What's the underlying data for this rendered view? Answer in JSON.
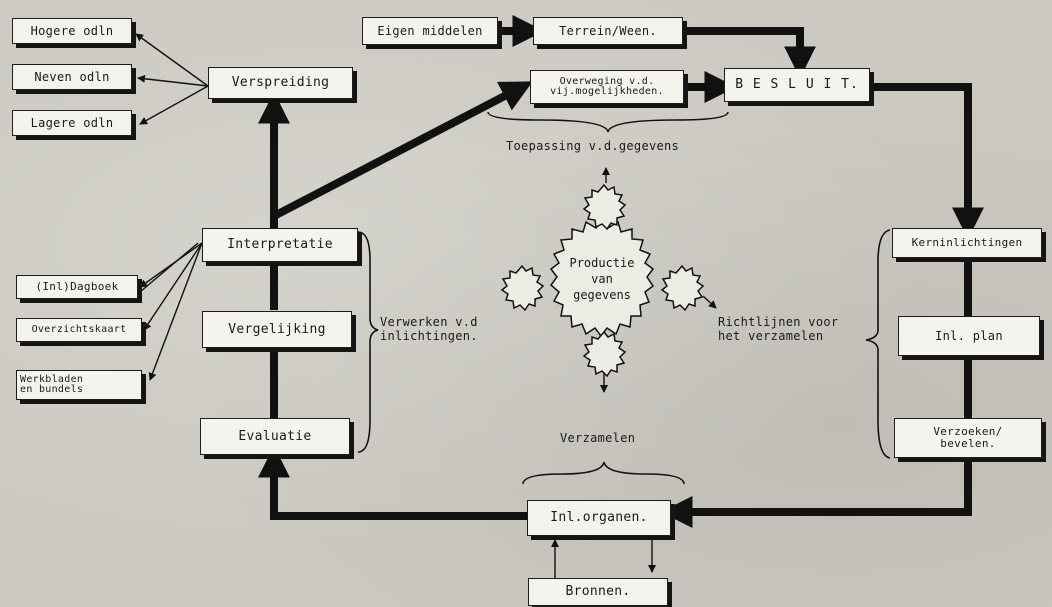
{
  "boxes": {
    "hogere": "Hogere odln",
    "neven": "Neven  odln",
    "lagere": "Lagere odln",
    "verspreiding": "Verspreiding",
    "eigen_middelen": "Eigen middelen",
    "terrein": "Terrein/Ween.",
    "overweging_line1": "Overweging v.d.",
    "overweging_line2": "vij.mogelijkheden.",
    "besluit": "B E S L U I T.",
    "kerninlichtingen": "Kerninlichtingen",
    "inl_plan": "Inl. plan",
    "verzoeken_line1": "Verzoeken/",
    "verzoeken_line2": "bevelen.",
    "interpretatie": "Interpretatie",
    "vergelijking": "Vergelijking",
    "evaluatie": "Evaluatie",
    "dagboek": "(Inl)Dagboek",
    "overzichtskaart": "Overzichtskaart",
    "werkbladen_line1": "Werkbladen",
    "werkbladen_line2": "en bundels",
    "inl_organen": "Inl.organen.",
    "bronnen": "Bronnen."
  },
  "labels": {
    "toepassing": "Toepassing v.d.gegevens",
    "verwerken_line1": "Verwerken v.d",
    "verwerken_line2": "inlichtingen.",
    "productie_line1": "Productie",
    "productie_line2": "van",
    "productie_line3": "gegevens",
    "richtlijnen_line1": "Richtlijnen voor",
    "richtlijnen_line2": "het verzamelen",
    "verzamelen": "Verzamelen"
  }
}
